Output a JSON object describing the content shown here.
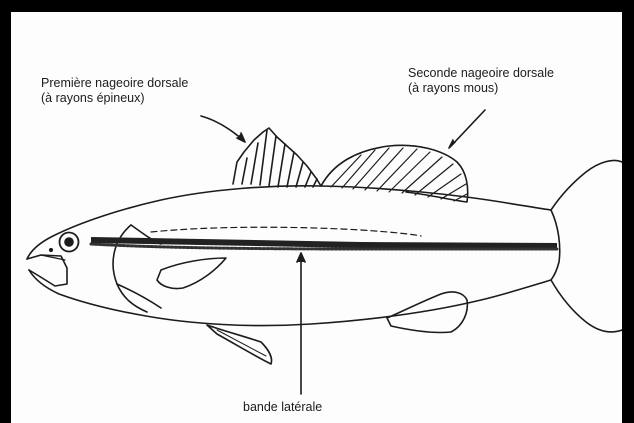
{
  "labels": {
    "first_dorsal": {
      "line1": "Première nageoire dorsale",
      "line2": "(à rayons épineux)"
    },
    "second_dorsal": {
      "line1": "Seconde nageoire dorsale",
      "line2": "(à rayons mous)"
    },
    "lateral_band": "bande latérale"
  },
  "colors": {
    "frame": "#000000",
    "paper": "#fdfdfd",
    "ink": "#1c1c1c"
  }
}
